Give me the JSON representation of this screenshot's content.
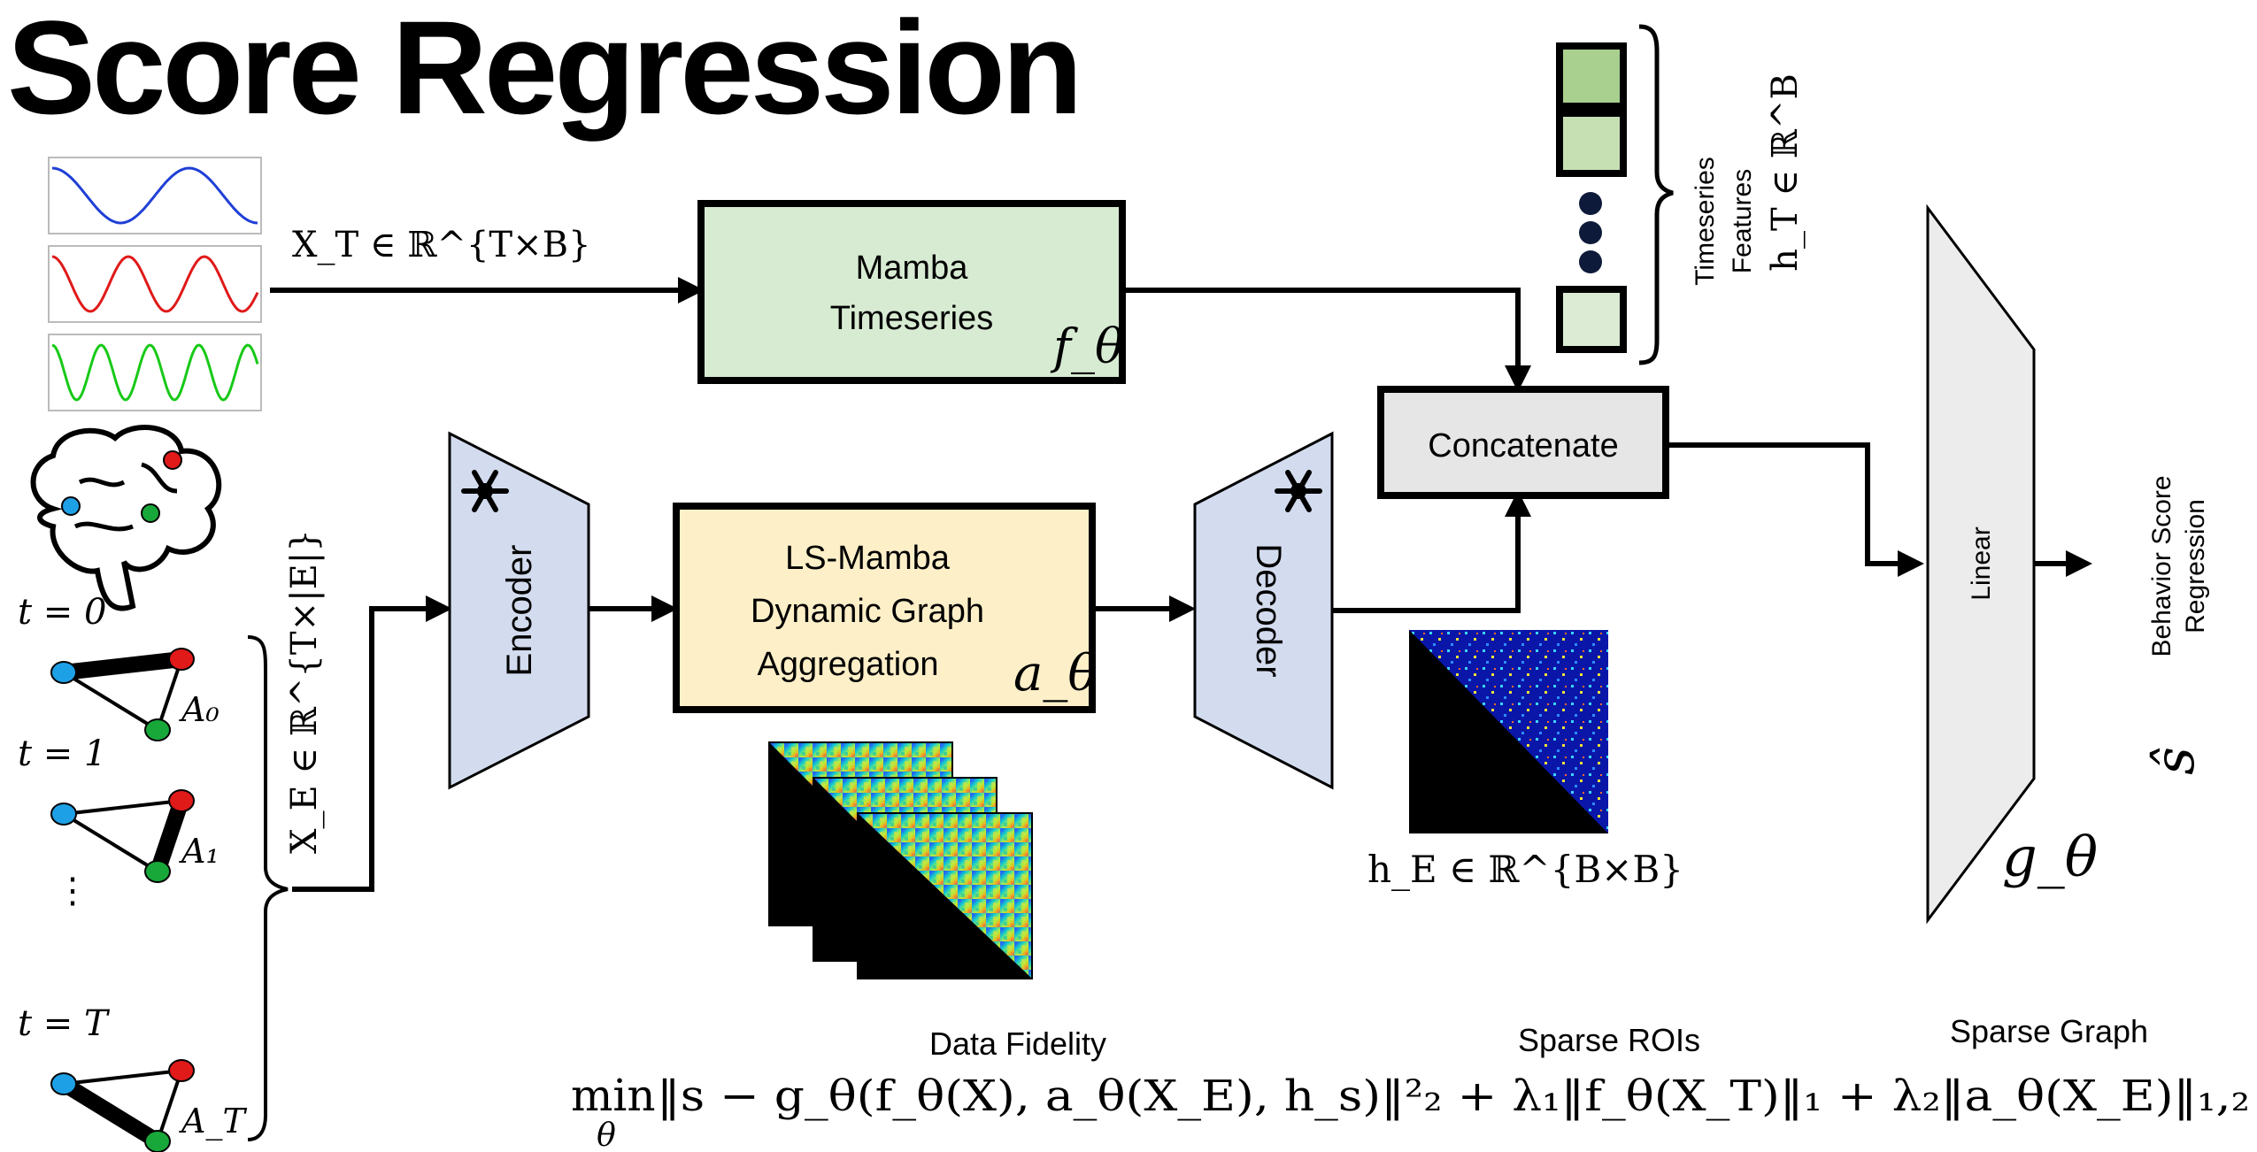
{
  "title": "Score Regression",
  "inputs": {
    "timeseries_label": "X_T ∈ ℝ^{T×B}",
    "edges_label": "X_E ∈ ℝ^{T×|E|}",
    "signal_colors": [
      "#1f3fd6",
      "#e01919",
      "#18c918"
    ],
    "time_steps": [
      {
        "t": "t = 0",
        "A": "A₀"
      },
      {
        "t": "t = 1",
        "A": "A₁"
      },
      {
        "t": "t = T",
        "A": "A_T"
      }
    ]
  },
  "blocks": {
    "mamba": {
      "line1": "Mamba",
      "line2": "Timeseries",
      "fn": "f_θ",
      "fill": "#d7ebd2"
    },
    "ls_mamba": {
      "line1": "LS-Mamba",
      "line2": "Dynamic Graph",
      "line3": "Aggregation",
      "fn": "a_θ",
      "fill": "#fdefc8"
    },
    "encoder": {
      "label": "Encoder",
      "fill": "#d3dcef"
    },
    "decoder": {
      "label": "Decoder",
      "fill": "#d3dcef"
    },
    "concatenate": {
      "label": "Concatenate",
      "fill": "#e6e6e6"
    },
    "linear": {
      "label": "Linear",
      "fn": "g_θ",
      "fill": "#ececec"
    }
  },
  "features": {
    "line1": "Timeseries",
    "line2": "Features",
    "math": "h_T ∈ ℝ^B"
  },
  "graph_feature": {
    "math": "h_E ∈ ℝ^{B×B}"
  },
  "output": {
    "line1": "Behavior Score",
    "line2": "Regression",
    "symbol": "ŝ"
  },
  "loss": {
    "term_labels": [
      "Data Fidelity",
      "Sparse ROIs",
      "Sparse Graph"
    ],
    "min": "min",
    "sub": "θ",
    "expression": "‖s − g_θ(f_θ(X), a_θ(X_E), h_s)‖²₂ + λ₁‖f_θ(X_T)‖₁ + λ₂‖a_θ(X_E)‖₁,₂"
  },
  "icons": [
    "snowflake-icon",
    "brain-icon"
  ]
}
